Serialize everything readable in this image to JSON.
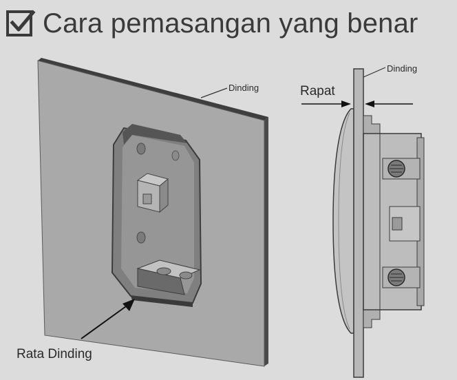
{
  "header": {
    "title": "Cara pemasangan yang benar",
    "icon": "checkbox-checked-icon"
  },
  "diagram": {
    "left_labels": {
      "wall": "Dinding",
      "flush": "Rata Dinding"
    },
    "right_labels": {
      "wall": "Dinding",
      "tight": "Rapat"
    }
  },
  "colors": {
    "background": "#dcdcdc",
    "wall_face": "#a8a8a8",
    "wall_edge": "#4a4a4a",
    "box": "#8f8f8f",
    "text": "#2a2a2a"
  }
}
